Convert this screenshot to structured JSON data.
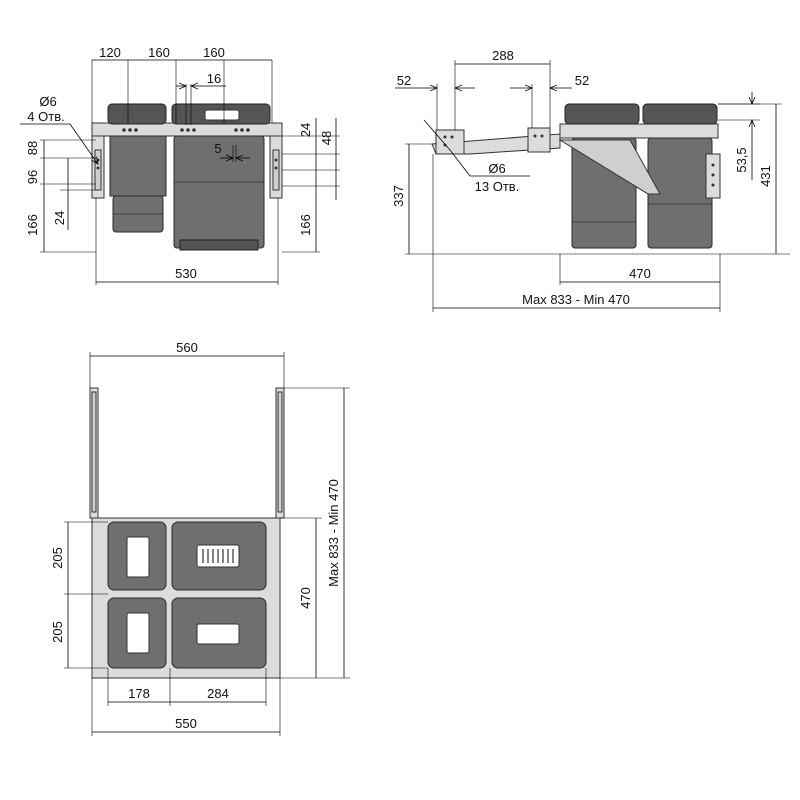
{
  "front_view": {
    "dims": {
      "w120": "120",
      "w160a": "160",
      "w160b": "160",
      "w16": "16",
      "w5": "5",
      "h24r": "24",
      "h48": "48",
      "h88": "88",
      "h96": "96",
      "h24l": "24",
      "h166l": "166",
      "h166r": "166",
      "w530": "530"
    },
    "hole_note": {
      "diameter": "Ø6",
      "count": "4 Отв."
    }
  },
  "side_view": {
    "dims": {
      "w288": "288",
      "w52a": "52",
      "w52b": "52",
      "h337": "337",
      "h53_5": "53,5",
      "h431": "431",
      "w470": "470",
      "range": "Max 833 - Min 470"
    },
    "hole_note": {
      "diameter": "Ø6",
      "count": "13 Отв."
    }
  },
  "top_view": {
    "dims": {
      "w560": "560",
      "h205a": "205",
      "h205b": "205",
      "w178": "178",
      "w284": "284",
      "w550": "550",
      "h470": "470",
      "range": "Max 833 - Min 470"
    }
  }
}
